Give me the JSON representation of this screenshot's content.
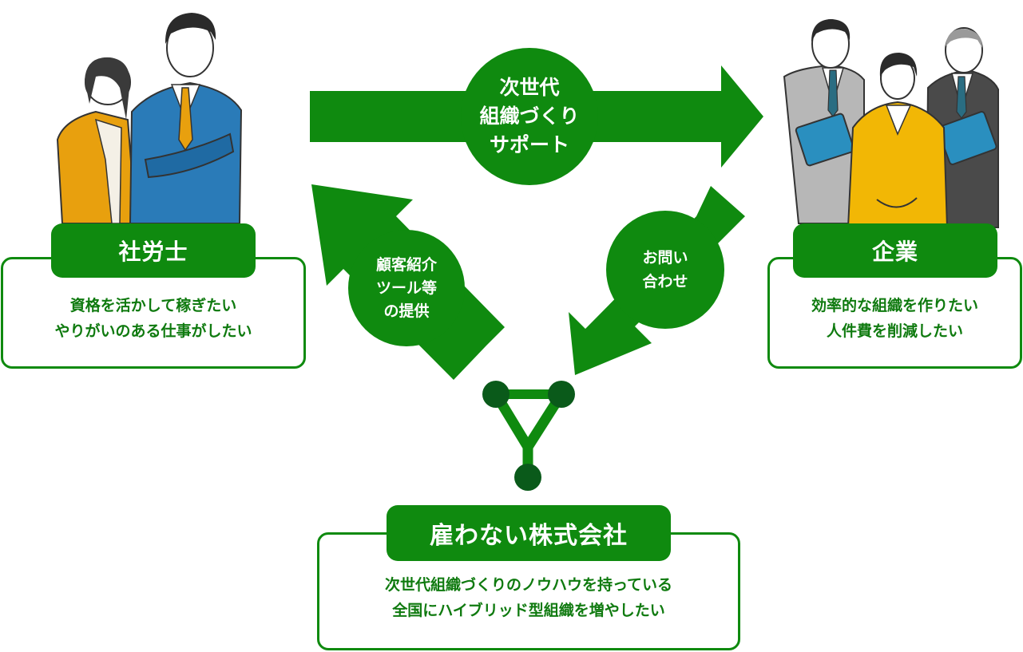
{
  "nodes": {
    "sharoushi": {
      "label": "社労士",
      "lines": [
        "資格を活かして稼ぎたい",
        "やりがいのある仕事がしたい"
      ]
    },
    "company": {
      "label": "企業",
      "lines": [
        "効率的な組織を作りたい",
        "人件費を削減したい"
      ]
    },
    "yatowanai": {
      "label": "雇わない株式会社",
      "lines": [
        "次世代組織づくりのノウハウを持っている",
        "全国にハイブリッド型組織を増やしたい"
      ]
    }
  },
  "flows": {
    "top": [
      "次世代",
      "組織づくり",
      "サポート"
    ],
    "left": [
      "顧客紹介",
      "ツール等",
      "の提供"
    ],
    "right": [
      "お問い",
      "合わせ"
    ]
  },
  "colors": {
    "green": "#0f8a0f",
    "dark_green": "#0a5a1a",
    "text_green": "#0f7a0f"
  },
  "icons": {
    "logo": "y-network-logo-icon"
  }
}
